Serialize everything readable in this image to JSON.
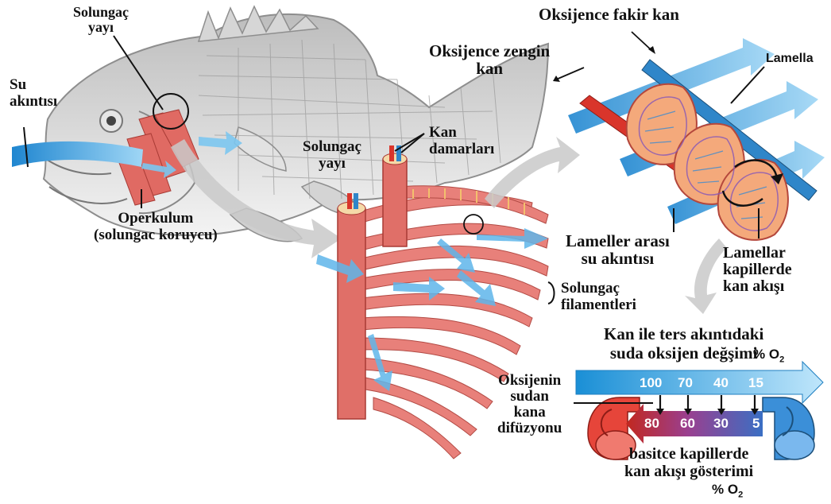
{
  "labels": {
    "su_akintisi": [
      "Su",
      "akıntısı"
    ],
    "solungac_yayi_top": [
      "Solungaç",
      "yayı"
    ],
    "operkulum": [
      "Operkulum",
      "(solungac koruycu)"
    ],
    "solungac_yayi_mid": [
      "Solungaç",
      "yayı"
    ],
    "kan_damarlari": [
      "Kan",
      "damarları"
    ],
    "solungac_filamentleri": [
      "Solungaç",
      "filamentleri"
    ],
    "oksijence_fakir": "Oksijence fakir  kan",
    "oksijence_zengin": [
      "Oksijence zengin",
      "kan"
    ],
    "lamella": "Lamella",
    "lameller_arasi": [
      "Lameller arası",
      "su akıntısı"
    ],
    "lamellar_kapiller": [
      "Lamellar",
      "kapillerde",
      "kan akışı"
    ],
    "ters_akinti": [
      "Kan ile ters akıntıdaki",
      "suda oksijen değşimi"
    ],
    "percent_o2_top": "% O",
    "subscript_2": "2",
    "oksijenin_difuzyonu": [
      "Oksijenin",
      "sudan",
      "kana",
      "difüzyonu"
    ],
    "basitce": [
      "basitce  kapillerde",
      "kan akışı gösterimi"
    ],
    "percent_o2_bottom": "% O"
  },
  "exchange": {
    "water_o2": [
      "100",
      "70",
      "40",
      "15"
    ],
    "blood_o2": [
      "80",
      "60",
      "30",
      "5"
    ]
  },
  "colors": {
    "water_blue": "#29a3e0",
    "blood_red": "#d9352b",
    "blood_blue": "#2f86c9",
    "gill_pink": "#e8807a",
    "arrow_grey": "#bdbdbd"
  }
}
